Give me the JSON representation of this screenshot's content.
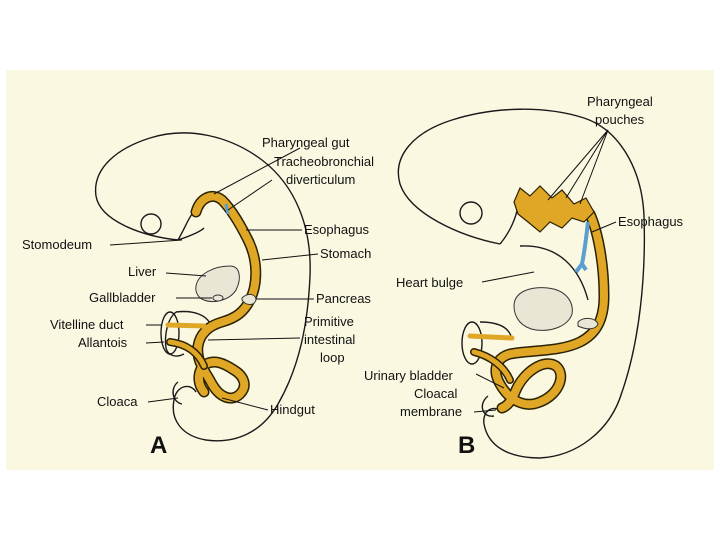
{
  "colors": {
    "background": "#fbf8e2",
    "gut": "#e0a626",
    "gut_outline": "#2a2200",
    "trachea": "#5a9fd0",
    "liver": "#e9e6d6"
  },
  "panel_a": {
    "letter": "A",
    "labels": {
      "pharyngeal_gut": "Pharyngeal gut",
      "tracheo_1": "Tracheobronchial",
      "tracheo_2": "diverticulum",
      "esophagus": "Esophagus",
      "stomodeum": "Stomodeum",
      "stomach": "Stomach",
      "liver": "Liver",
      "gallbladder": "Gallbladder",
      "pancreas": "Pancreas",
      "vitelline_duct": "Vitelline duct",
      "primitive_1": "Primitive",
      "primitive_2": "intestinal",
      "primitive_3": "loop",
      "allantois": "Allantois",
      "cloaca": "Cloaca",
      "hindgut": "Hindgut"
    }
  },
  "panel_b": {
    "letter": "B",
    "labels": {
      "pharyngeal_1": "Pharyngeal",
      "pharyngeal_2": "pouches",
      "esophagus": "Esophagus",
      "heart_bulge": "Heart bulge",
      "urinary_bladder": "Urinary bladder",
      "cloacal_1": "Cloacal",
      "cloacal_2": "membrane"
    }
  }
}
